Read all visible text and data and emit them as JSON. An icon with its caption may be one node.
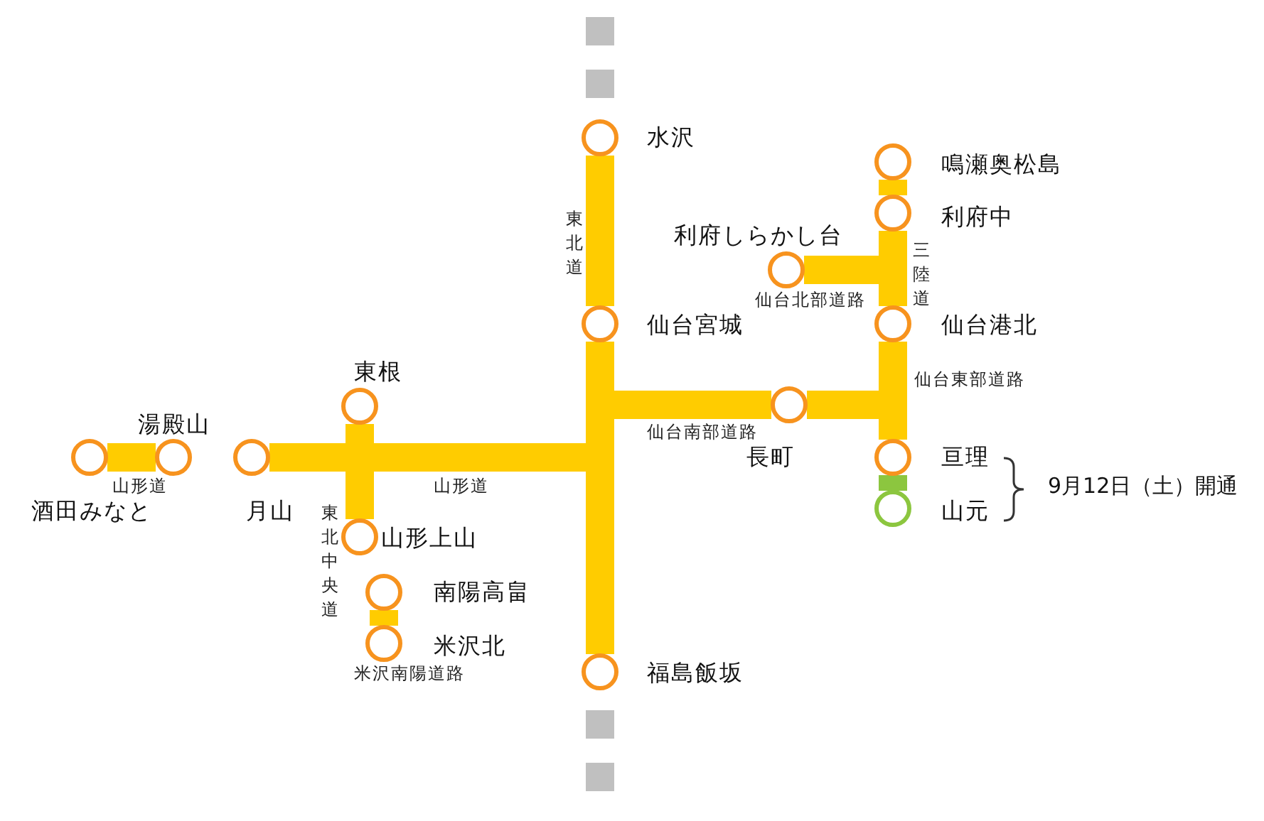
{
  "diagram": {
    "nodes": [
      {
        "text": [],
        "shape": "circle",
        "beside": [
          "水沢"
        ]
      },
      {
        "text": [],
        "shape": "circle",
        "beside": [
          "鳴瀬奥松島"
        ]
      },
      {
        "text": [],
        "shape": "circle",
        "beside": [
          "利府しらかし台"
        ]
      },
      {
        "text": [],
        "shape": "circle",
        "beside": [
          "利府中"
        ]
      },
      {
        "text": [],
        "shape": "circle",
        "beside": [
          "仙台宮城"
        ]
      },
      {
        "text": [],
        "shape": "circle",
        "beside": [
          "仙台港北"
        ]
      },
      {
        "text": [],
        "shape": "circle",
        "beside": [
          "東根"
        ]
      },
      {
        "text": [],
        "shape": "circle",
        "beside": [
          "湯殿山"
        ]
      },
      {
        "text": [],
        "shape": "circle",
        "beside": [
          "長町"
        ]
      },
      {
        "text": [],
        "shape": "circle",
        "beside": [
          "亘理"
        ]
      },
      {
        "text": [],
        "shape": "circle",
        "beside": [
          "酒田みなと"
        ]
      },
      {
        "text": [],
        "shape": "circle",
        "beside": [
          "月山"
        ]
      },
      {
        "text": [],
        "shape": "circle",
        "beside": [
          "山元"
        ]
      },
      {
        "text": [],
        "shape": "circle",
        "beside": [
          "山形上山"
        ]
      },
      {
        "text": [],
        "shape": "circle",
        "beside": [
          "南陽高畠"
        ]
      },
      {
        "text": [],
        "shape": "circle",
        "beside": [
          "米沢北"
        ]
      },
      {
        "text": [],
        "shape": "circle",
        "beside": [
          "福島飯坂"
        ]
      }
    ],
    "edges": [
      {
        "from": 10,
        "to": 7,
        "arrow": "none",
        "label": "山形道"
      },
      {
        "from": 0,
        "to": 4,
        "arrow": "none",
        "label": "東北道"
      },
      {
        "from": 1,
        "to": 3,
        "arrow": "none"
      },
      {
        "from": 3,
        "to": 5,
        "arrow": "none",
        "label": "三陸道"
      },
      {
        "from": 2,
        "to": 3,
        "arrow": "none"
      },
      {
        "from": 2,
        "to": 5,
        "arrow": "none",
        "label": "仙台北部道路"
      },
      {
        "from": 5,
        "to": 9,
        "arrow": "none",
        "label": "仙台東部道路"
      },
      {
        "from": 8,
        "to": 5,
        "arrow": "none"
      },
      {
        "from": 8,
        "to": 9,
        "arrow": "none"
      },
      {
        "from": 9,
        "to": 12,
        "arrow": "none",
        "color": "#8cc63f"
      },
      {
        "from": 14,
        "to": 15,
        "arrow": "none",
        "label": "米沢南陽道路"
      },
      {
        "from": 4,
        "to": 16,
        "arrow": "none"
      },
      {
        "from": 4,
        "to": 8,
        "arrow": "none",
        "label": "仙台南部道路"
      },
      {
        "from": 8,
        "to": 16,
        "arrow": "none"
      },
      {
        "from": 11,
        "to": 6,
        "arrow": "none"
      },
      {
        "from": 11,
        "to": 13,
        "arrow": "none"
      },
      {
        "from": 6,
        "to": 13,
        "arrow": "none",
        "label": "東北中央道"
      },
      {
        "from": 11,
        "to": 4,
        "arrow": "none"
      },
      {
        "from": 11,
        "to": 8,
        "arrow": "none"
      },
      {
        "from": 11,
        "to": 16,
        "arrow": "none",
        "label": "山形道"
      },
      {
        "from": 6,
        "to": 4,
        "arrow": "none"
      },
      {
        "from": 6,
        "to": 8,
        "arrow": "none"
      },
      {
        "from": 6,
        "to": 16,
        "arrow": "none"
      },
      {
        "from": 13,
        "to": 4,
        "arrow": "none"
      },
      {
        "from": 13,
        "to": 8,
        "arrow": "none"
      },
      {
        "from": 13,
        "to": 16,
        "arrow": "none"
      }
    ],
    "labels": [
      "9月12日（土）開通"
    ]
  }
}
